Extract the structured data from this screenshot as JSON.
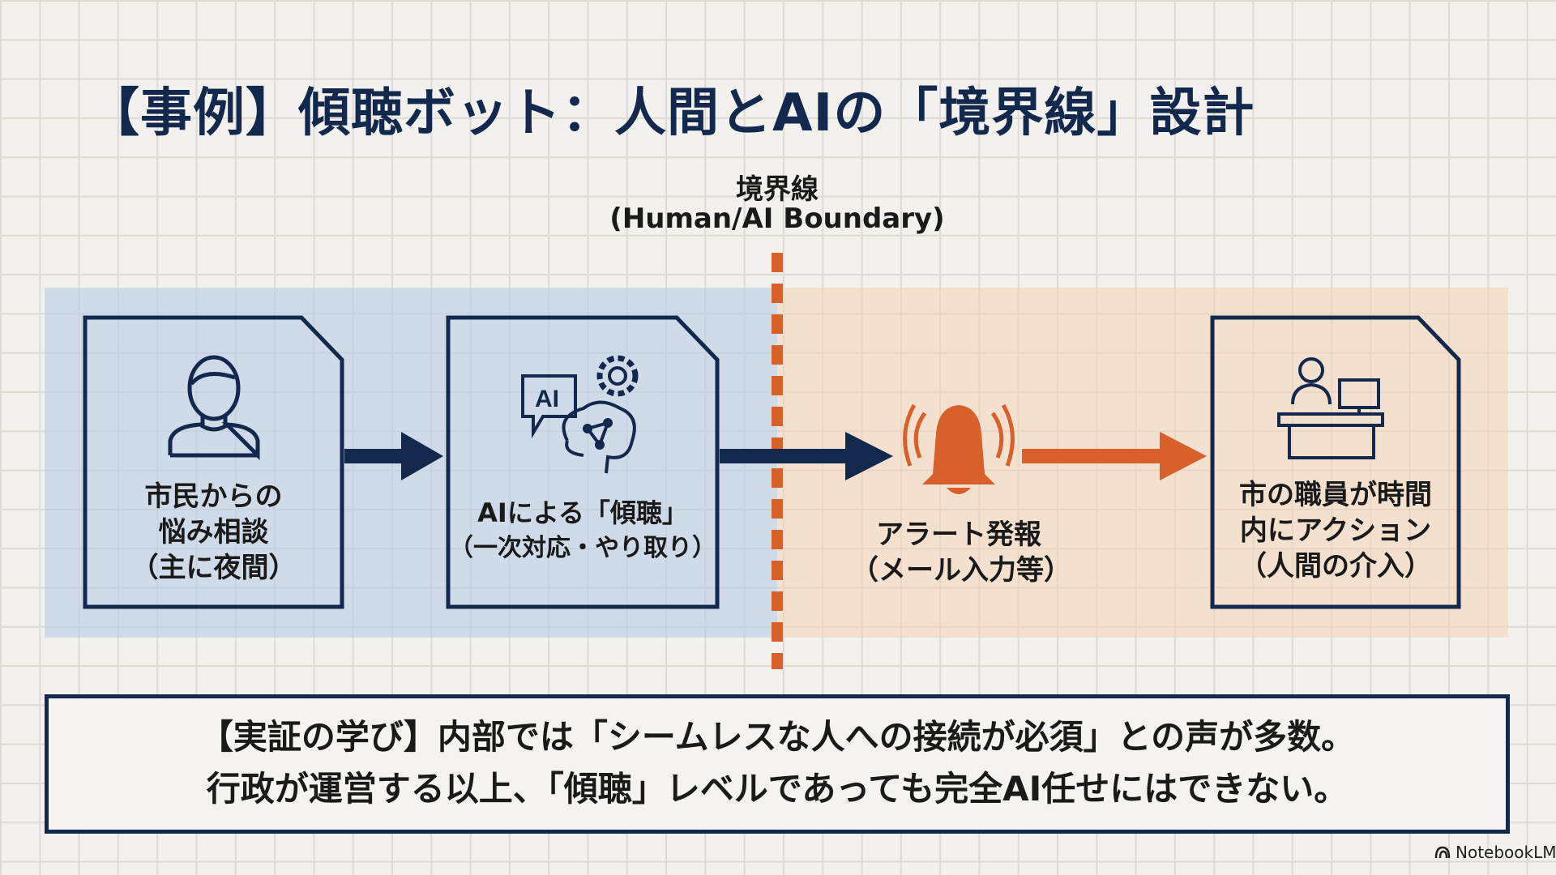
{
  "title": "【事例】傾聴ボット：人間とAIの「境界線」設計",
  "boundary": {
    "label": "境界線",
    "sublabel": "(Human/AI Boundary)"
  },
  "steps": [
    {
      "icon": "person-icon",
      "lines": [
        "市民からの",
        "悩み相談",
        "（主に夜間）"
      ]
    },
    {
      "icon": "ai-brain-icon",
      "icon_text": "AI",
      "lines": [
        "AIによる「傾聴」",
        "（一次対応・やり取り）"
      ]
    },
    {
      "icon": "bell-alert-icon",
      "lines": [
        "アラート発報",
        "（メール入力等）"
      ]
    },
    {
      "icon": "staff-desk-icon",
      "lines": [
        "市の職員が時間",
        "内にアクション",
        "（人間の介入）"
      ]
    }
  ],
  "lesson": {
    "line1": "【実証の学び】内部では「シームレスな人への接続が必須」との声が多数。",
    "line2": "行政が運営する以上、「傾聴」レベルであっても完全AI任せにはできない。"
  },
  "watermark": "NotebookLM",
  "colors": {
    "navy": "#13284d",
    "orange": "#d9602a",
    "ai_zone": "#c8d7ec",
    "human_zone": "#f5dcc6"
  }
}
